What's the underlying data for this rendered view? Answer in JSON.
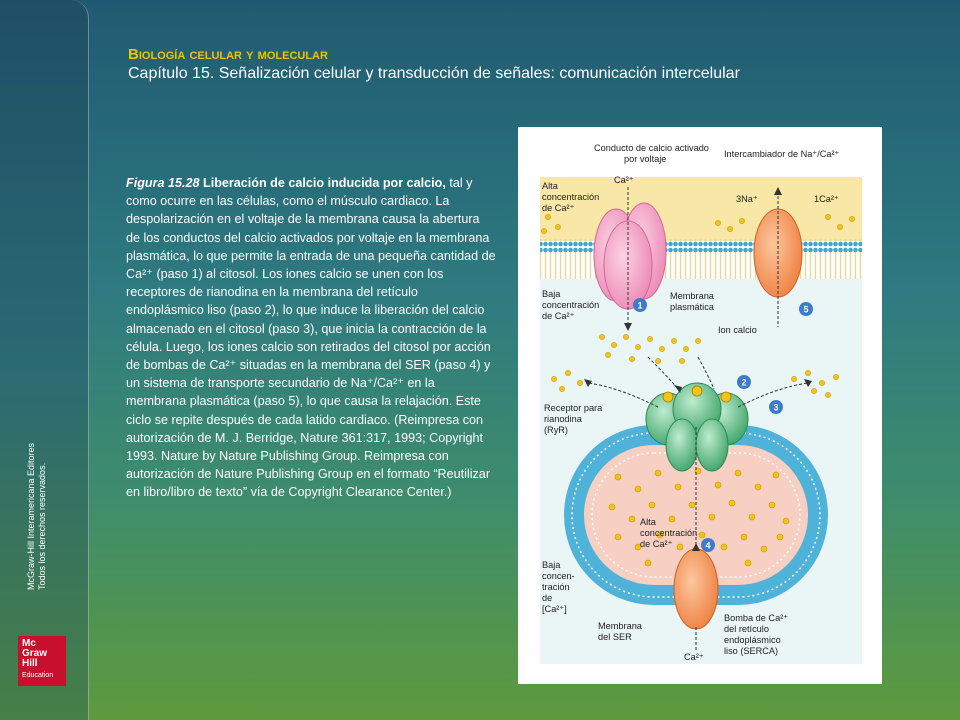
{
  "book_title": "Biología celular y molecular",
  "chapter_title": "Capítulo 15. Señalización celular y transducción de señales: comunicación intercelular",
  "publisher_line1": "McGraw-Hill Interamericana Editores",
  "publisher_line2": "Todos los derechos reservados.",
  "logo": {
    "line1": "Mc",
    "line2": "Graw",
    "line3": "Hill",
    "line4": "Education"
  },
  "caption": {
    "label": "Figura 15.28",
    "title": "Liberación de calcio inducida por calcio,",
    "body": "tal y como ocurre en las células, como el músculo cardiaco. La despolarización en el voltaje de la membrana causa la abertura de los conductos del calcio activados por voltaje en la membrana plasmática, lo que permite la entrada de una pequeña cantidad de Ca²⁺ (paso 1) al citosol. Los iones calcio se unen con los receptores de rianodina en la membrana del retículo endoplásmico liso (paso 2), lo que induce la liberación del calcio almacenado en el citosol (paso 3), que inicia la contracción de la célula. Luego, los iones calcio son retirados del citosol por acción de bombas de Ca²⁺ situadas en la membrana del SER (paso 4) y un sistema de transporte secundario de Na⁺/Ca²⁺ en la membrana plasmática (paso 5), lo que causa la relajación. Este ciclo se repite después de cada latido cardiaco. (Reimpresa con autorización de M. J. Berridge, Nature 361:317, 1993; Copyright 1993. Nature by Nature Publishing Group. Reimpresa con autorización de Nature Publishing Group en el formato “Reutilizar en libro/libro de texto” vía de Copyright Clearance Center.)"
  },
  "diagram": {
    "label_channel_1": "Conducto de calcio activado",
    "label_channel_2": "por voltaje",
    "label_exchanger": "Intercambiador de Na⁺/Ca²⁺",
    "label_ca_top": "Ca²⁺",
    "label_high_1": "Alta",
    "label_high_2": "concentración",
    "label_high_3": "de Ca²⁺",
    "label_3na": "3Na⁺",
    "label_1ca": "1Ca²⁺",
    "label_low_1": "Baja",
    "label_low_2": "concentración",
    "label_low_3": "de Ca²⁺",
    "label_membrane_1": "Membrana",
    "label_membrane_2": "plasmática",
    "label_ion": "Ion calcio",
    "label_ryr_1": "Receptor para",
    "label_ryr_2": "rianodina",
    "label_ryr_3": "(RyR)",
    "label_ser_high_1": "Alta",
    "label_ser_high_2": "concentración",
    "label_ser_high_3": "de Ca²⁺",
    "label_low_conc_1": "Baja",
    "label_low_conc_2": "concen-",
    "label_low_conc_3": "tración",
    "label_low_conc_4": "de",
    "label_low_conc_5": "[Ca²⁺]",
    "label_ser_mem_1": "Membrana",
    "label_ser_mem_2": "del SER",
    "label_pump_1": "Bomba de Ca²⁺",
    "label_pump_2": "del retículo",
    "label_pump_3": "endoplásmico",
    "label_pump_4": "liso (SERCA)",
    "label_ca_bottom": "Ca²⁺",
    "step1": "1",
    "step2": "2",
    "step3": "3",
    "step4": "4",
    "step5": "5"
  },
  "colors": {
    "title_accent": "#f2c200",
    "logo_red": "#c8102e",
    "membrane_blue": "#4fb3d9",
    "channel_pink": "#f4a8c8",
    "exchanger_orange": "#f39a62",
    "ryr_green": "#5cbf86",
    "ion_yellow": "#f2c318"
  }
}
